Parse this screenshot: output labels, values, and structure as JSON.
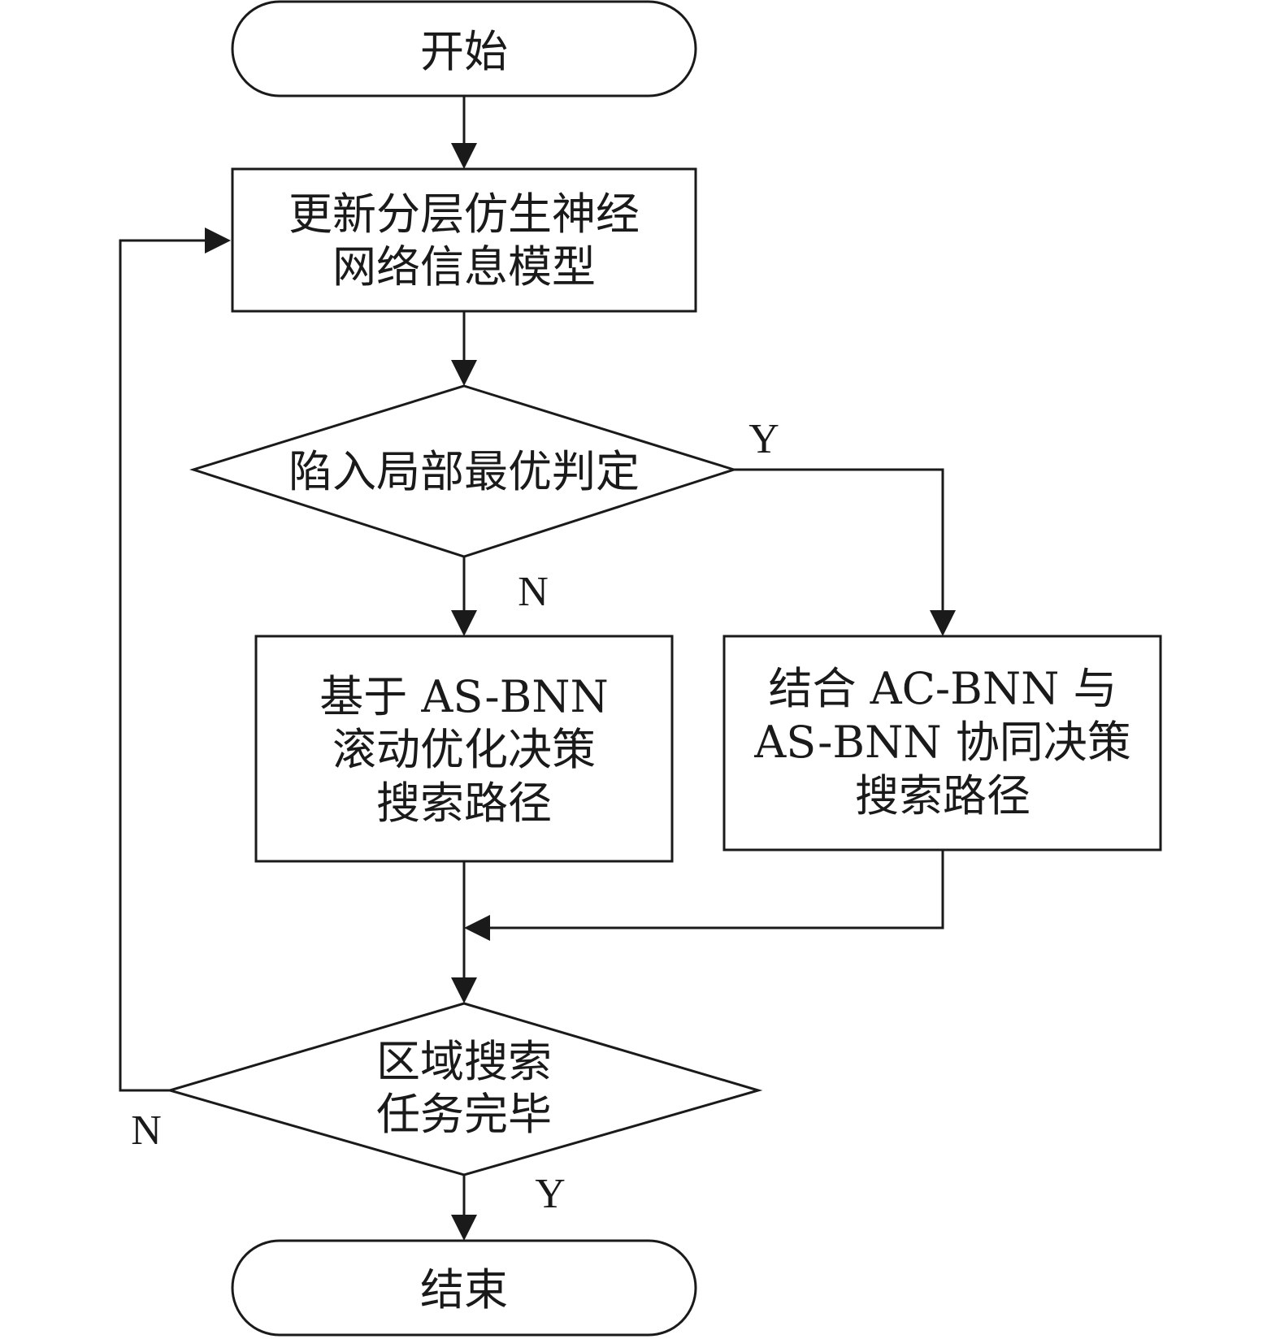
{
  "nodes": {
    "start": "开始",
    "update_model": {
      "line1": "更新分层仿生神经",
      "line2": "网络信息模型"
    },
    "local_optimum_check": "陷入局部最优判定",
    "as_bnn_search": {
      "line1": "基于 AS-BNN",
      "line2": "滚动优化决策",
      "line3": "搜索路径"
    },
    "combined_search": {
      "line1": "结合 AC-BNN 与",
      "line2": "AS-BNN 协同决策",
      "line3": "搜索路径"
    },
    "task_complete_check": {
      "line1": "区域搜索",
      "line2": "任务完毕"
    },
    "end": "结束"
  },
  "edge_labels": {
    "optimum_yes": "Y",
    "optimum_no": "N",
    "complete_no": "N",
    "complete_yes": "Y"
  },
  "colors": {
    "stroke": "#1a1a1a",
    "background": "#ffffff"
  }
}
